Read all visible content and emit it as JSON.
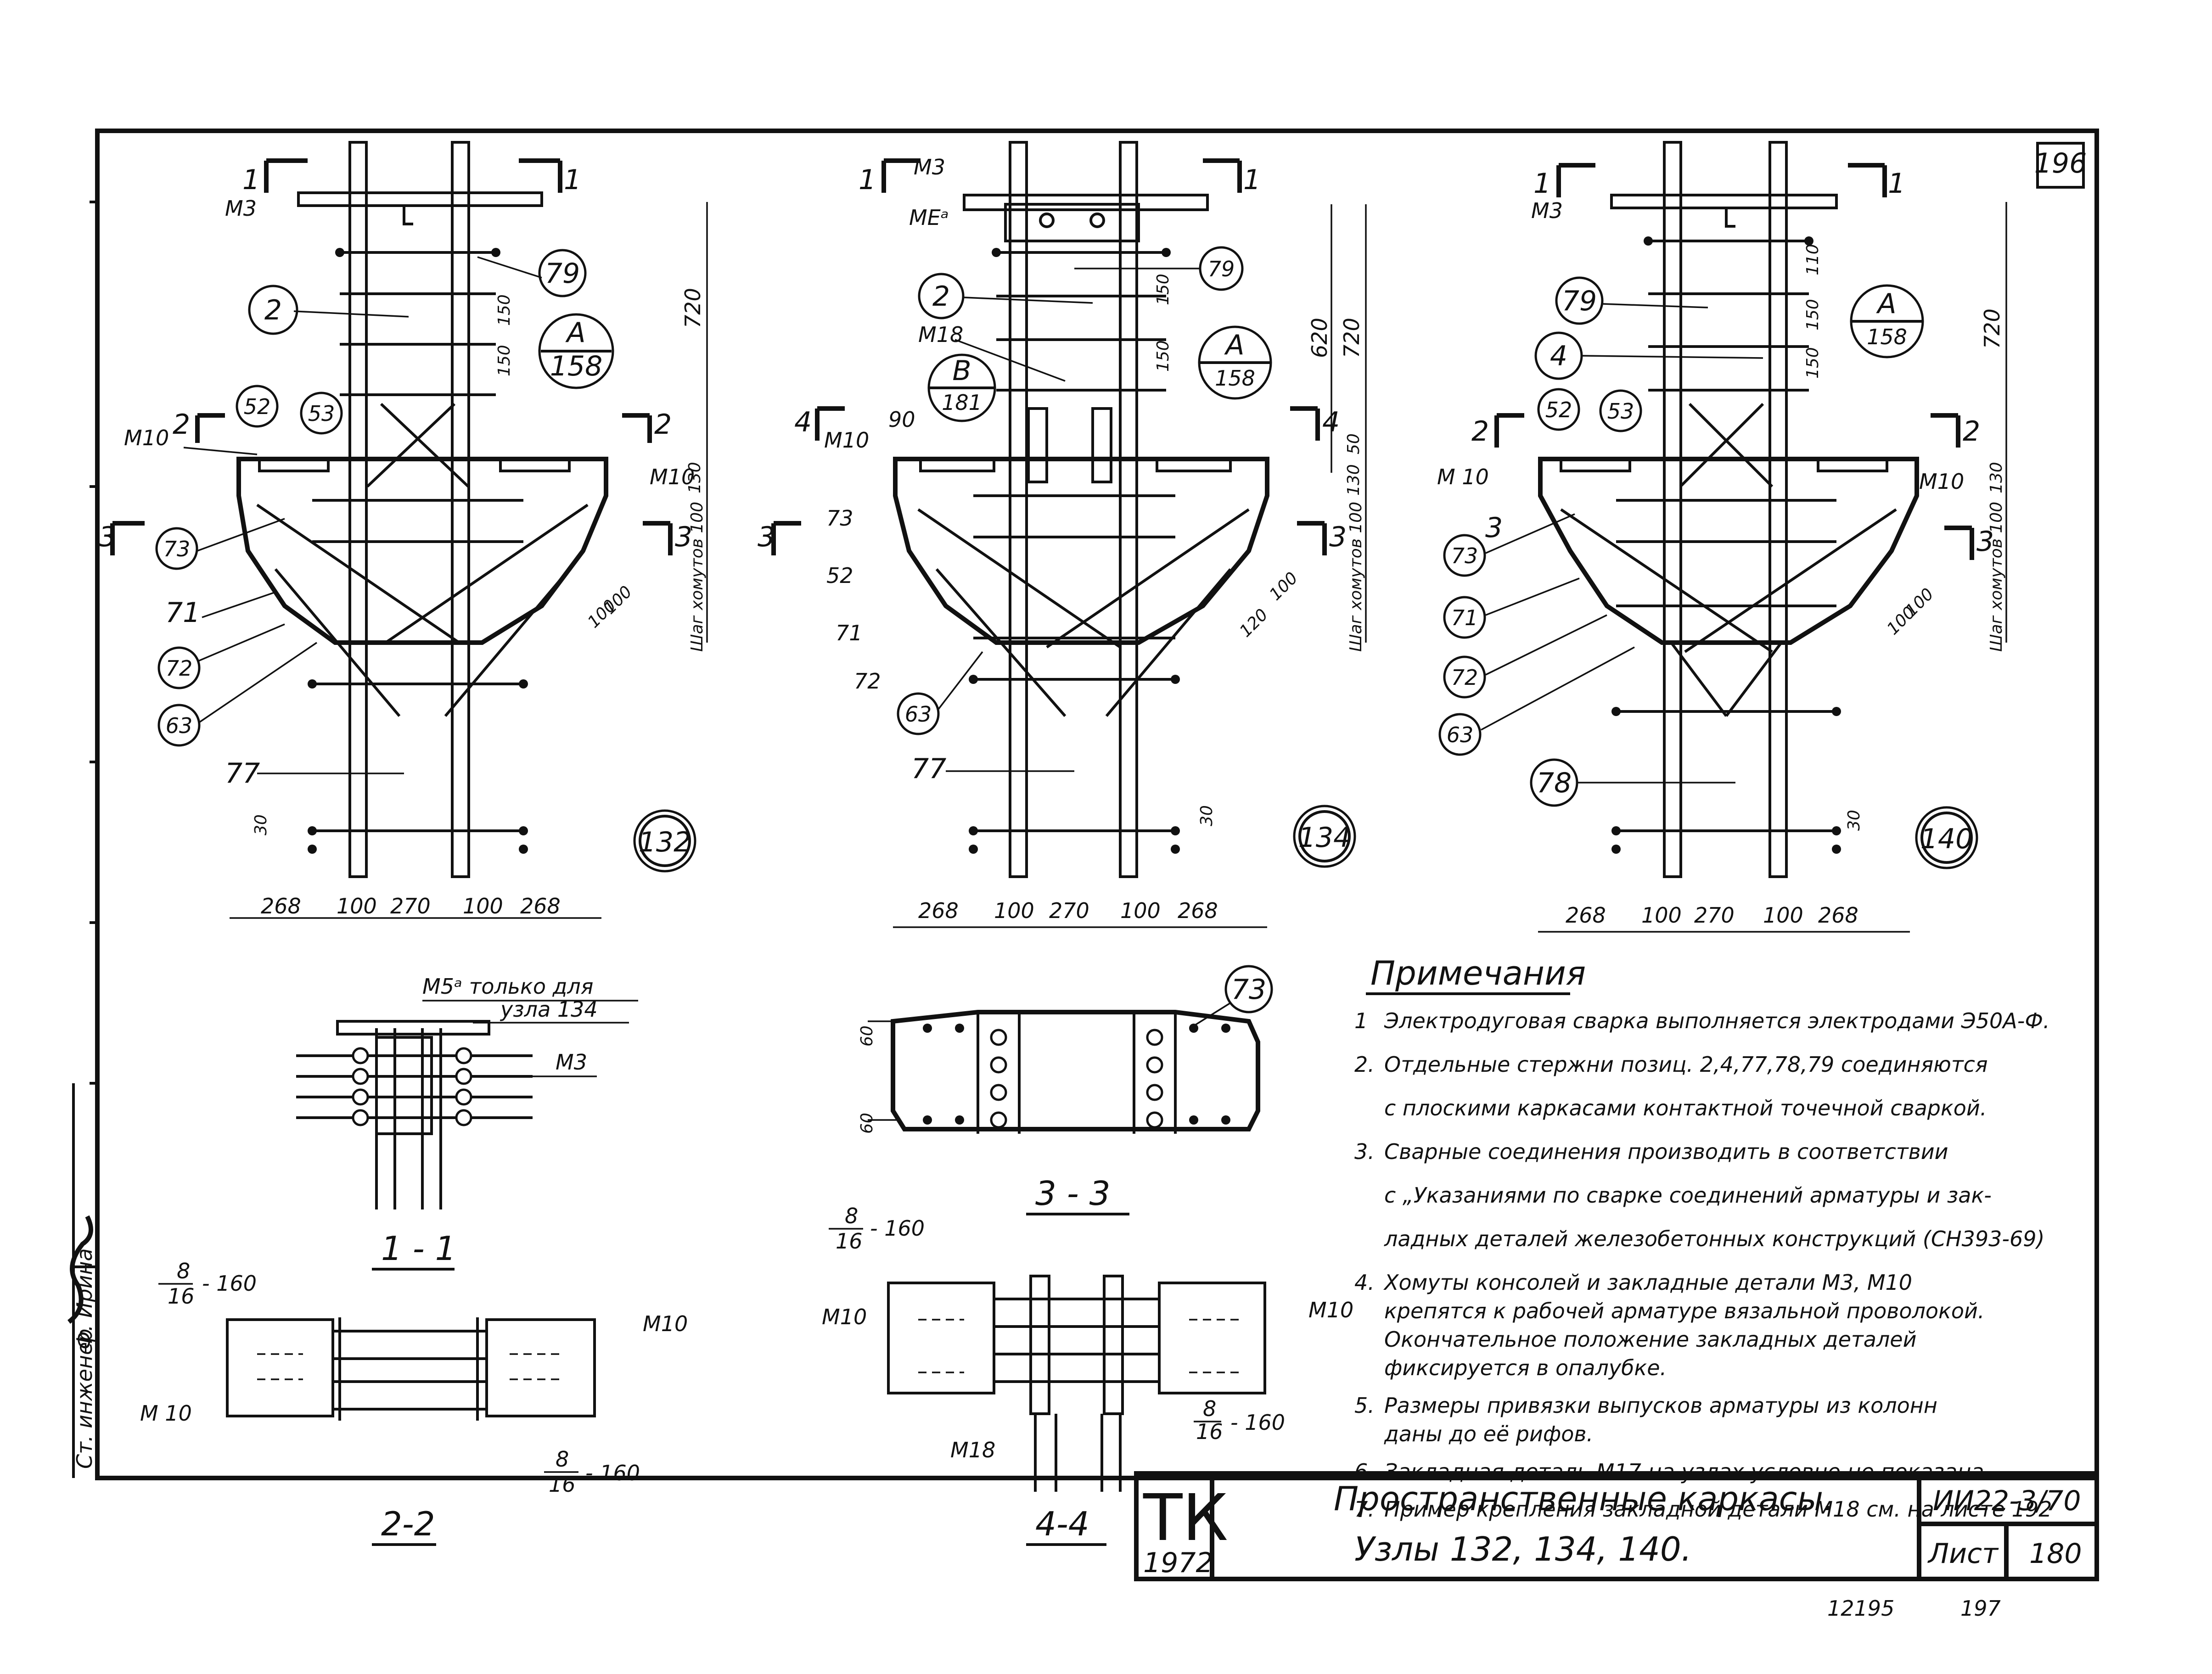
{
  "sheet": {
    "corner_number": "196",
    "signature_title": "Ст. инженер",
    "signature_name": "Ф. Ирина",
    "bottom_code": "12195",
    "bottom_page": "197"
  },
  "title_block": {
    "stamp": "ТК",
    "year": "1972",
    "title_line1": "Пространственные каркасы.",
    "title_line2": "Узлы 132, 134, 140.",
    "code": "ИИ22-3/70",
    "sheet_label": "Лист",
    "sheet_number": "180"
  },
  "node132": {
    "node_id": "132",
    "sec1": "1",
    "sec2": "2",
    "sec3": "3",
    "m3": "М3",
    "m10_left": "М10",
    "m10_right": "М10",
    "p2": "2",
    "p79": "79",
    "p52": "52",
    "p53": "53",
    "p73": "73",
    "p71": "71",
    "p72": "72",
    "p63": "63",
    "p77": "77",
    "ref_top": "А",
    "ref_bottom": "158",
    "dim_720": "720",
    "dim_150a": "150",
    "dim_150b": "150",
    "dim_130": "130",
    "dim_100a": "100",
    "dim_100b": "100",
    "dim_30": "30",
    "step_note": "Шаг хомутов 100",
    "bottom_dims": [
      "268",
      "100",
      "270",
      "100",
      "268"
    ]
  },
  "node134": {
    "node_id": "134",
    "sec1": "1",
    "sec3": "3",
    "sec4": "4",
    "m3": "М3",
    "me": "МЕᵃ",
    "m18": "М18",
    "m10_left": "М10",
    "p2": "2",
    "p79": "79",
    "p90": "90",
    "p73": "73",
    "p52": "52",
    "p71": "71",
    "p72": "72",
    "p63": "63",
    "p77": "77",
    "refA_top": "А",
    "refA_bottom": "158",
    "refB_top": "В",
    "refB_bottom": "181",
    "dim_620": "620",
    "dim_720": "720",
    "dim_150a": "150",
    "dim_150b": "150",
    "dim_50": "50",
    "dim_130": "130",
    "dim_120": "120",
    "dim_100": "100",
    "dim_30": "30",
    "step_note": "Шаг хомутов 100",
    "bottom_dims": [
      "268",
      "100",
      "270",
      "100",
      "268"
    ]
  },
  "node140": {
    "node_id": "140",
    "sec1": "1",
    "sec2": "2",
    "sec3": "3",
    "m3": "М3",
    "m10_left": "М 10",
    "m10_right": "М10",
    "p79": "79",
    "p4": "4",
    "p52": "52",
    "p53": "53",
    "p73": "73",
    "p71": "71",
    "p72": "72",
    "p63": "63",
    "p78": "78",
    "ref_top": "А",
    "ref_bottom": "158",
    "dim_110": "110",
    "dim_150a": "150",
    "dim_150b": "150",
    "dim_720": "720",
    "dim_130": "130",
    "dim_100a": "100",
    "dim_100b": "100",
    "dim_30": "30",
    "step_note": "Шаг хомутов 100",
    "bottom_dims": [
      "268",
      "100",
      "270",
      "100",
      "268"
    ]
  },
  "section11": {
    "label": "1 - 1",
    "note_line1": "М5ᵃ только для",
    "note_line2": "узла 134",
    "m3": "М3"
  },
  "section22": {
    "label": "2-2",
    "frac_top": "8",
    "frac_bottom": "16",
    "frac_val": "- 160",
    "frac2_top": "8",
    "frac2_bottom": "16",
    "frac2_val": "- 160",
    "m10_left": "М 10",
    "m10_right": "М10"
  },
  "section33": {
    "label": "3 - 3",
    "p73": "73",
    "dim_60a": "60",
    "dim_60b": "60"
  },
  "section44": {
    "label": "4-4",
    "frac_top": "8",
    "frac_bottom": "16",
    "frac_val": "- 160",
    "frac2_top": "8",
    "frac2_bottom": "16",
    "frac2_val": "- 160",
    "m10_left": "М10",
    "m10_right": "М10",
    "m18": "М18"
  },
  "notes": {
    "heading": "Примечания",
    "items": [
      {
        "num": "1",
        "lines": [
          "Электродуговая сварка выполняется электродами Э50А-Ф."
        ]
      },
      {
        "num": "2.",
        "lines": [
          "Отдельные стержни позиц. 2,4,77,78,79 соединяются",
          "с плоскими каркасами контактной точечной сваркой."
        ]
      },
      {
        "num": "3.",
        "lines": [
          "Сварные соединения производить в соответствии",
          "с „Указаниями по сварке соединений арматуры и зак-",
          "ладных деталей железобетонных конструкций (СН393-69)"
        ]
      },
      {
        "num": "4.",
        "lines": [
          "Хомуты консолей и закладные детали М3, М10",
          "крепятся к рабочей арматуре вязальной проволокой.",
          "Окончательное положение закладных деталей",
          "фиксируется в опалубке."
        ]
      },
      {
        "num": "5.",
        "lines": [
          "Размеры привязки выпусков арматуры из колонн",
          "даны до её рифов."
        ]
      },
      {
        "num": "6.",
        "lines": [
          "Закладная деталь М17 на узлах условно не показана."
        ]
      },
      {
        "num": "7.",
        "lines": [
          "Пример крепления закладной детали М18 см. на листе 192"
        ]
      }
    ]
  }
}
